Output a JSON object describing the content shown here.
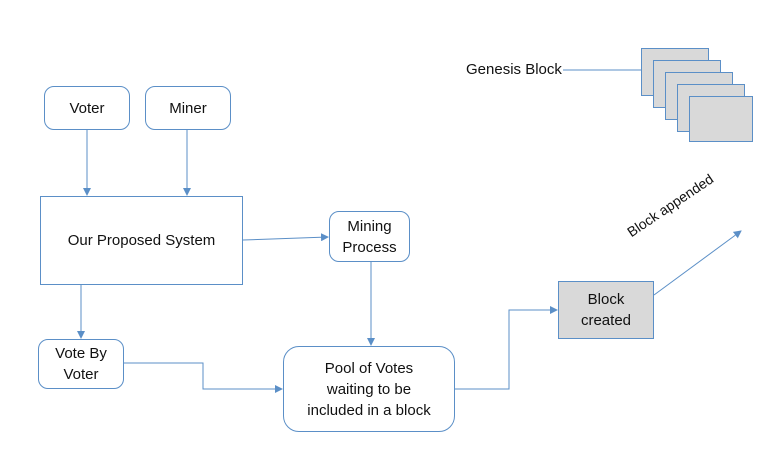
{
  "nodes": {
    "voter": "Voter",
    "miner": "Miner",
    "system": "Our Proposed System",
    "mining": "Mining\nProcess",
    "vote_by_voter": "Vote By\nVoter",
    "pool": "Pool of Votes\nwaiting to be\nincluded in a block",
    "block_created": "Block\ncreated"
  },
  "labels": {
    "genesis": "Genesis Block",
    "appended": "Block appended"
  },
  "colors": {
    "line": "#5b8fc7",
    "block_fill": "#d9d9d9"
  }
}
